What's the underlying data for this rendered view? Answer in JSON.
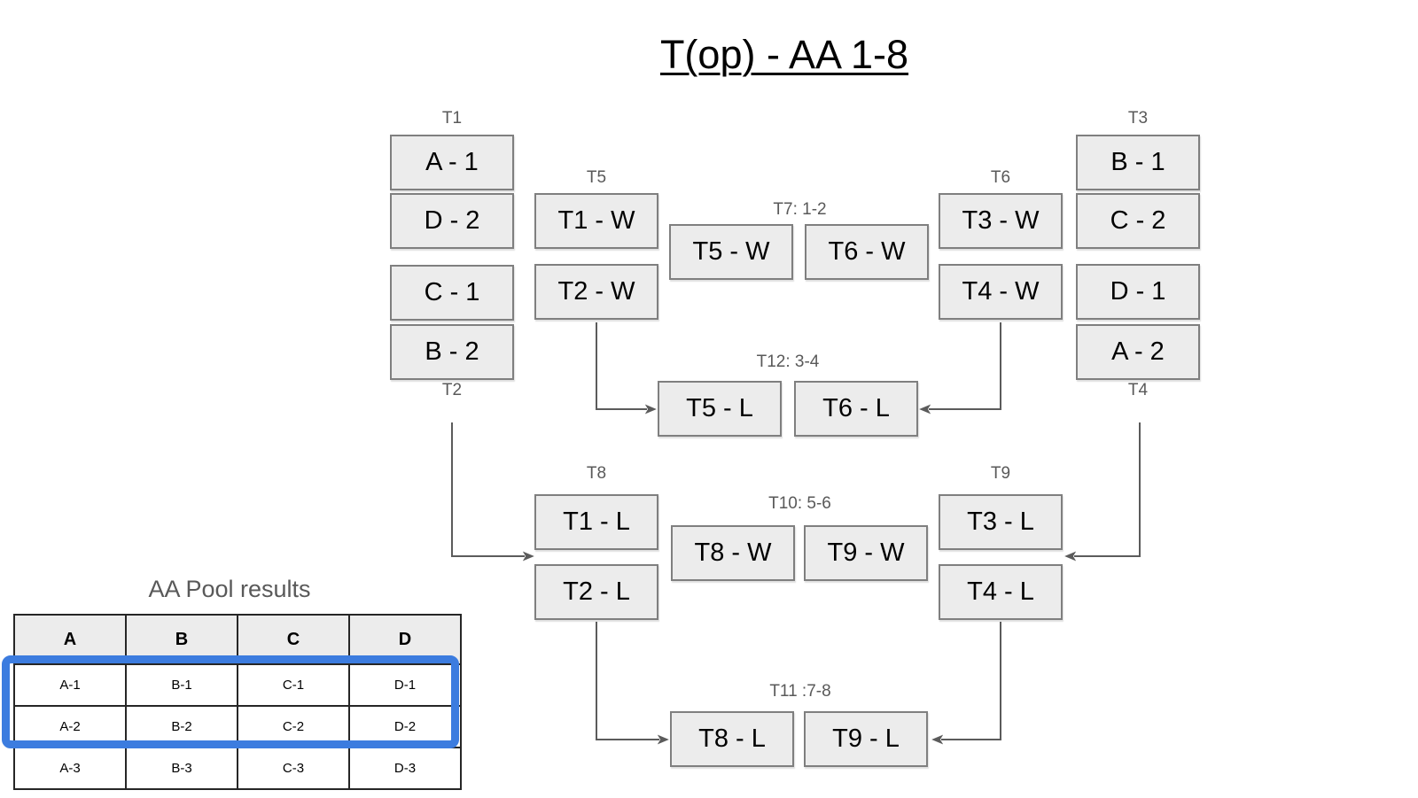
{
  "title": "T(op) - AA 1-8",
  "bracket": {
    "labels": {
      "t1": "T1",
      "t2": "T2",
      "t3": "T3",
      "t4": "T4",
      "t5": "T5",
      "t6": "T6",
      "t7": "T7: 1-2",
      "t8": "T8",
      "t9": "T9",
      "t10": "T10: 5-6",
      "t11": "T11 :7-8",
      "t12": "T12: 3-4"
    },
    "boxes": {
      "a1": "A - 1",
      "d2": "D - 2",
      "c1": "C - 1",
      "b2": "B - 2",
      "t1w": "T1 - W",
      "t2w": "T2 - W",
      "t5w": "T5 - W",
      "t6w": "T6 - W",
      "t3w": "T3 - W",
      "t4w": "T4 - W",
      "b1": "B - 1",
      "c2": "C - 2",
      "d1": "D - 1",
      "a2": "A - 2",
      "t5l": "T5 - L",
      "t6l": "T6 - L",
      "t1l": "T1 - L",
      "t2l": "T2 - L",
      "t8w": "T8 - W",
      "t9w": "T9 - W",
      "t3l": "T3 - L",
      "t4l": "T4 - L",
      "t8l": "T8 - L",
      "t9l": "T9 - L"
    }
  },
  "pool_table": {
    "title": "AA Pool results",
    "columns": [
      "A",
      "B",
      "C",
      "D"
    ],
    "rows": [
      [
        "A-1",
        "B-1",
        "C-1",
        "D-1"
      ],
      [
        "A-2",
        "B-2",
        "C-2",
        "D-2"
      ],
      [
        "A-3",
        "B-3",
        "C-3",
        "D-3"
      ]
    ],
    "highlighted_rows": "A-1/B-1/C-1/D-1 and A-2/B-2/C-2/D-2"
  },
  "colors": {
    "box_fill": "#ececec",
    "box_border": "#7f7f7f",
    "label_text": "#595959",
    "connector": "#5b5b5b",
    "highlight_blue": "#3c7cdf"
  }
}
